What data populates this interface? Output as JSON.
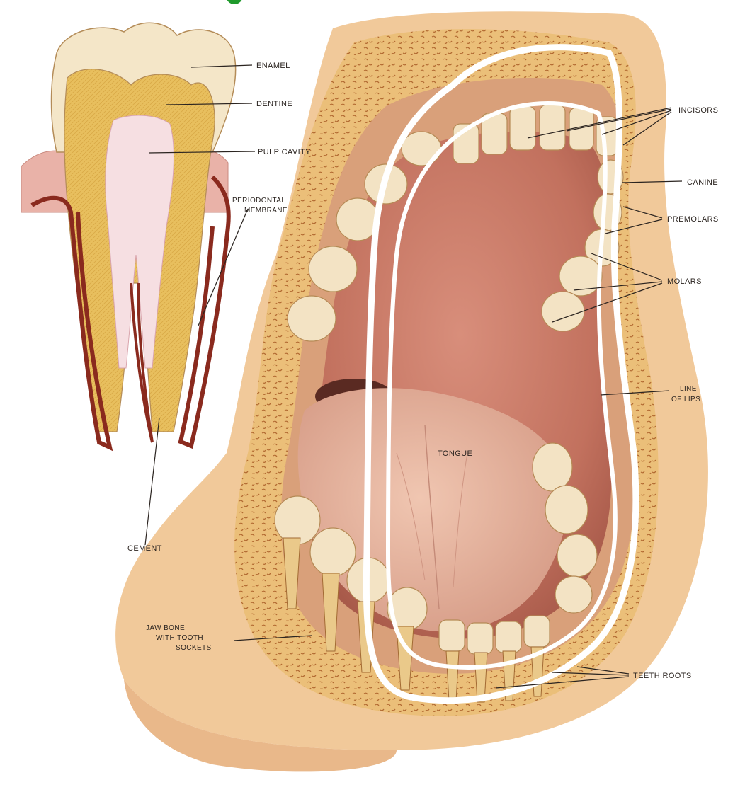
{
  "labels": {
    "enamel": "ENAMEL",
    "dentine": "DENTINE",
    "pulp_cavity": "PULP CAVITY",
    "periodontal_1": "PERIODONTAL",
    "periodontal_2": "MEMBRANE",
    "cement": "CEMENT",
    "incisors": "INCISORS",
    "canine": "CANINE",
    "premolars": "PREMOLARS",
    "molars": "MOLARS",
    "line_of_lips_1": "LINE",
    "line_of_lips_2": "OF LIPS",
    "tongue": "TONGUE",
    "jaw_bone_1": "JAW BONE",
    "jaw_bone_2": "WITH TOOTH",
    "jaw_bone_3": "SOCKETS",
    "teeth_roots": "TEETH ROOTS"
  },
  "colors": {
    "background": "#ffffff",
    "skin": "#f1c99a",
    "bone": "#e9b86c",
    "gum": "#d99a79",
    "mouth_interior": "#c87a66",
    "tongue": "#e8b3a0",
    "enamel": "#f4e6c8",
    "dentine": "#e8bf5e",
    "pulp": "#f6dfe2",
    "root_outline": "#8a2a1e",
    "green_fragment": "#1f9a2c"
  }
}
